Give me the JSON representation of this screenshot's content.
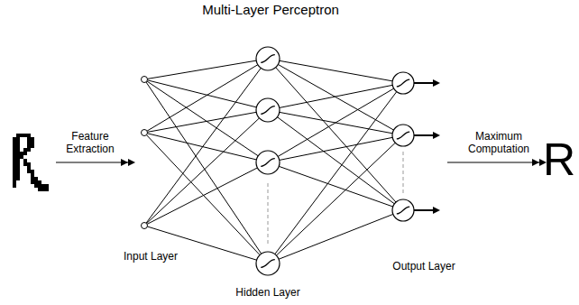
{
  "diagram": {
    "title": "Multi-Layer Perceptron",
    "labels": [
      "Feature Extraction",
      "Input Layer",
      "Hidden Layer",
      "Output Layer",
      "Maximum Computation",
      "R"
    ]
  }
}
